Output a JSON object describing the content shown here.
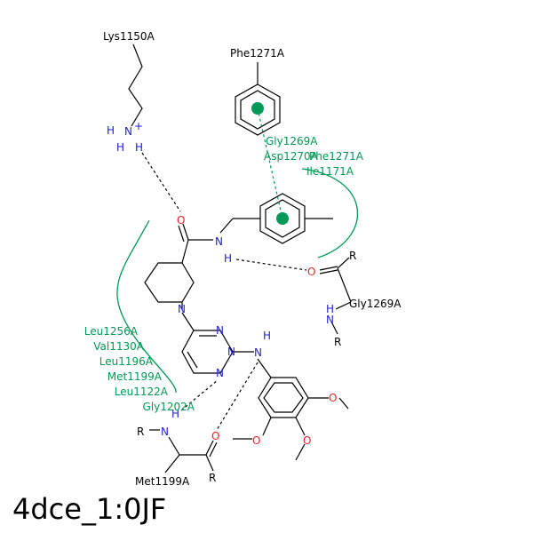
{
  "title": "4dce_1:0JF",
  "colors": {
    "carbon_bond": "#000000",
    "nitrogen": "#2222cc",
    "oxygen": "#ee2222",
    "hydrophobic": "#009955"
  },
  "residues": {
    "lys": "Lys1150A",
    "phe_top": "Phe1271A",
    "gly_right": "Gly1269A",
    "met_bottom": "Met1199A"
  },
  "hydrophobic_right": [
    "Gly1269A",
    "Asp1270A",
    "Phe1271A",
    "Ile1171A"
  ],
  "hydrophobic_left": [
    "Leu1256A",
    "Val1130A",
    "Leu1196A",
    "Met1199A",
    "Leu1122A",
    "Gly1202A"
  ],
  "atoms": {
    "N": "N",
    "H": "H",
    "O": "O",
    "R": "R",
    "plus": "+"
  }
}
